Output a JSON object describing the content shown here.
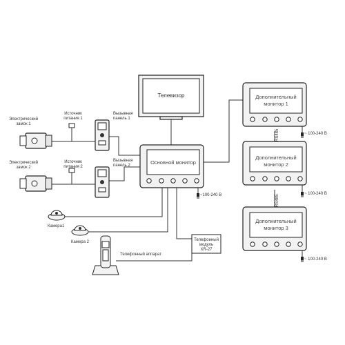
{
  "tv": {
    "label": "Телевизор"
  },
  "main_monitor": {
    "line1": "Основной монитор",
    "power": "~100-240 В"
  },
  "extra_monitors": [
    {
      "line1": "Дополнительный",
      "line2": "монитор 1",
      "power": "~ 100-240 В"
    },
    {
      "line1": "Дополнительный",
      "line2": "монитор 2",
      "power": "~ 100-240 В"
    },
    {
      "line1": "Дополнительный",
      "line2": "монитор 3",
      "power": "~ 100-240 В"
    }
  ],
  "connection_labels": [
    "RS485",
    "RS485"
  ],
  "locks": [
    {
      "line1": "Электрический",
      "line2": "замок 1"
    },
    {
      "line1": "Электрический",
      "line2": "замок 2"
    }
  ],
  "power_sources": [
    {
      "line1": "Источник",
      "line2": "питания 1"
    },
    {
      "line1": "Источник",
      "line2": "питания 2"
    }
  ],
  "call_panels": [
    {
      "line1": "Вызывная",
      "line2": "панель 1"
    },
    {
      "line1": "Вызывная",
      "line2": "панель 2"
    }
  ],
  "cameras": [
    "Камера1",
    "Камера 2"
  ],
  "phone": {
    "label": "Телефонный аппарат"
  },
  "phone_module": {
    "line1": "Телефонный",
    "line2": "модуль",
    "line3": "XR-27"
  }
}
